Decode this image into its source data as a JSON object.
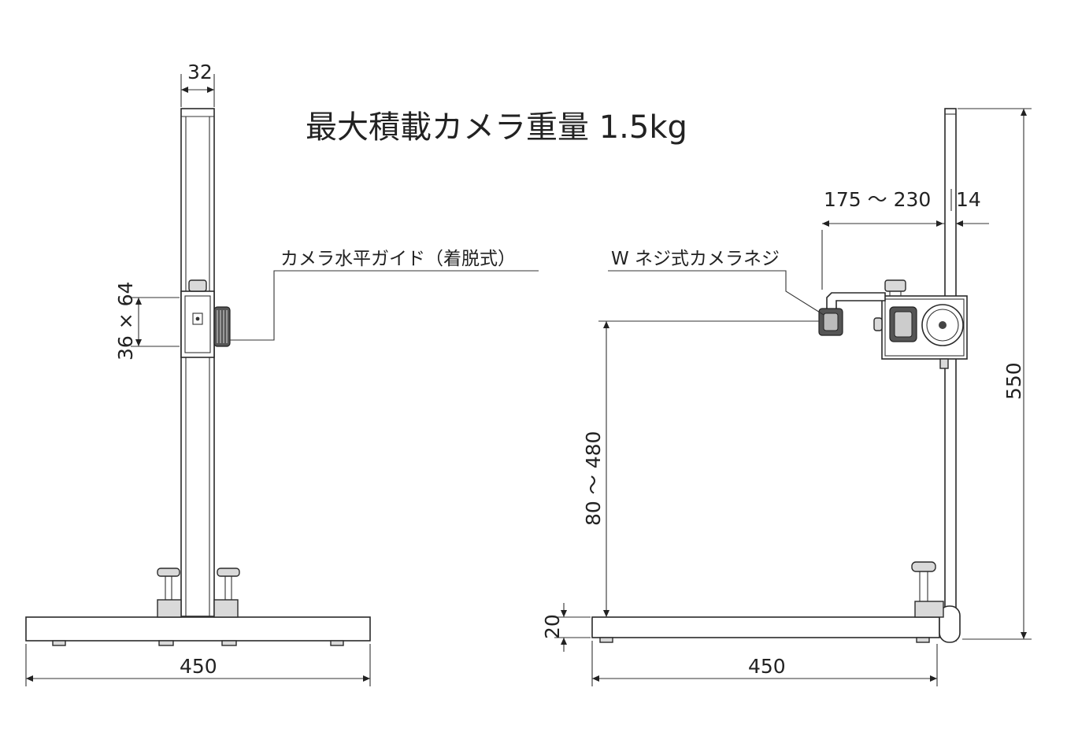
{
  "title": "最大積載カメラ重量 1.5kg",
  "front_view": {
    "dim_top_width": "32",
    "dim_guide_size": "36 × 64",
    "label_guide": "カメラ水平ガイド（着脱式）",
    "dim_base_width": "450"
  },
  "side_view": {
    "dim_arm_reach": "175 ～ 230",
    "dim_pole_offset": "14",
    "label_screw": "W ネジ式カメラネジ",
    "dim_total_height": "550",
    "dim_camera_height": "80 ～ 480",
    "dim_base_thickness": "20",
    "dim_base_width": "450"
  }
}
